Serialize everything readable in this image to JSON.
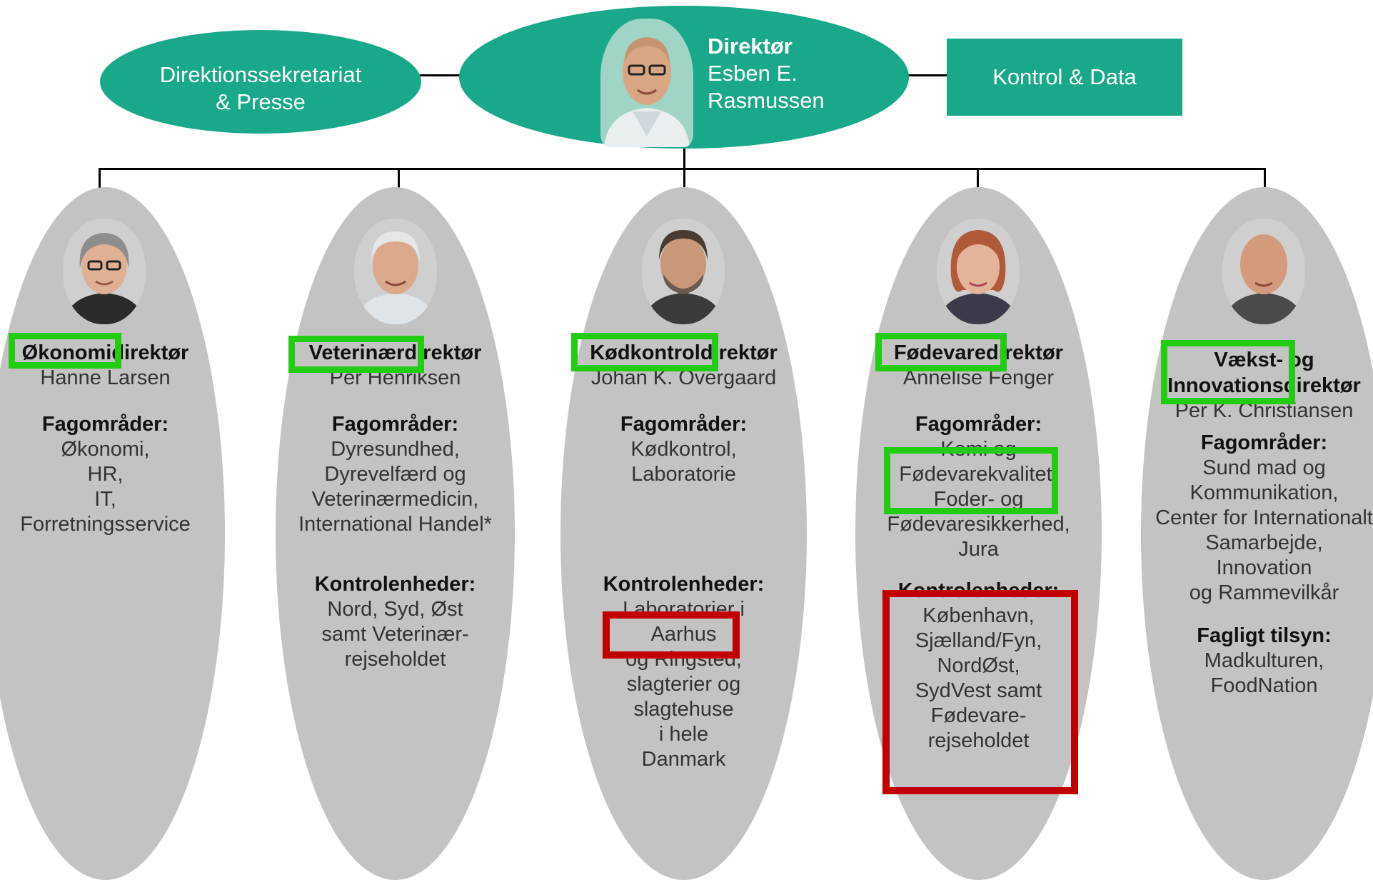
{
  "top": {
    "secretariat": {
      "line1": "Direktionssekretariat",
      "line2": "& Presse"
    },
    "director": {
      "title": "Direktør",
      "name_line1": "Esben E.",
      "name_line2": "Rasmussen"
    },
    "control": {
      "label": "Kontrol & Data"
    }
  },
  "columns": [
    {
      "role": "Økonomidirektør",
      "name": "Hanne Larsen",
      "fag_header": "Fagområder:",
      "fag": [
        "Økonomi,",
        "HR,",
        "IT,",
        "Forretningsservice"
      ]
    },
    {
      "role": "Veterinærdirektør",
      "name": "Per Henriksen",
      "fag_header": "Fagområder:",
      "fag": [
        "Dyresundhed,",
        "Dyrevelfærd og",
        "Veterinærmedicin,",
        "International  Handel*"
      ],
      "kontrol_header": "Kontrolenheder:",
      "kontrol": [
        "Nord, Syd, Øst",
        "samt Veterinær-",
        "rejseholdet"
      ]
    },
    {
      "role": "Kødkontroldirektør",
      "name": "Johan K. Overgaard",
      "fag_header": "Fagområder:",
      "fag": [
        "Kødkontrol,",
        "Laboratorie"
      ],
      "kontrol_header": "Kontrolenheder:",
      "kontrol": [
        "Laboratorier i",
        "Aarhus",
        "og Ringsted,",
        "slagterier og",
        "slagtehuse",
        "i hele",
        "Danmark"
      ]
    },
    {
      "role": "Fødevaredirektør",
      "name": "Annelise Fenger",
      "fag_header": "Fagområder:",
      "fag": [
        "Kemi og",
        "Fødevarekvalitet,",
        "Foder- og",
        "Fødevaresikkerhed,",
        "Jura"
      ],
      "kontrol_header": "Kontrolenheder:",
      "kontrol": [
        "København,",
        "Sjælland/Fyn,",
        "NordØst,",
        "SydVest samt",
        "Fødevare-",
        "rejseholdet"
      ]
    },
    {
      "role_line1": "Vækst- og",
      "role_line2": "Innovationsdirektør",
      "name": "Per K. Christiansen",
      "fag_header": "Fagområder:",
      "fag": [
        "Sund mad og",
        "Kommunikation,",
        "Center for Internationalt",
        "Samarbejde,",
        "Innovation",
        "og Rammevilkår"
      ],
      "tilsyn_header": "Fagligt tilsyn:",
      "tilsyn": [
        "Madkulturen,",
        "FoodNation"
      ]
    }
  ],
  "colors": {
    "teal": "#1aa88a",
    "grey": "#c3c3c3",
    "green_box": "#22cc11",
    "red_box": "#c00000"
  }
}
